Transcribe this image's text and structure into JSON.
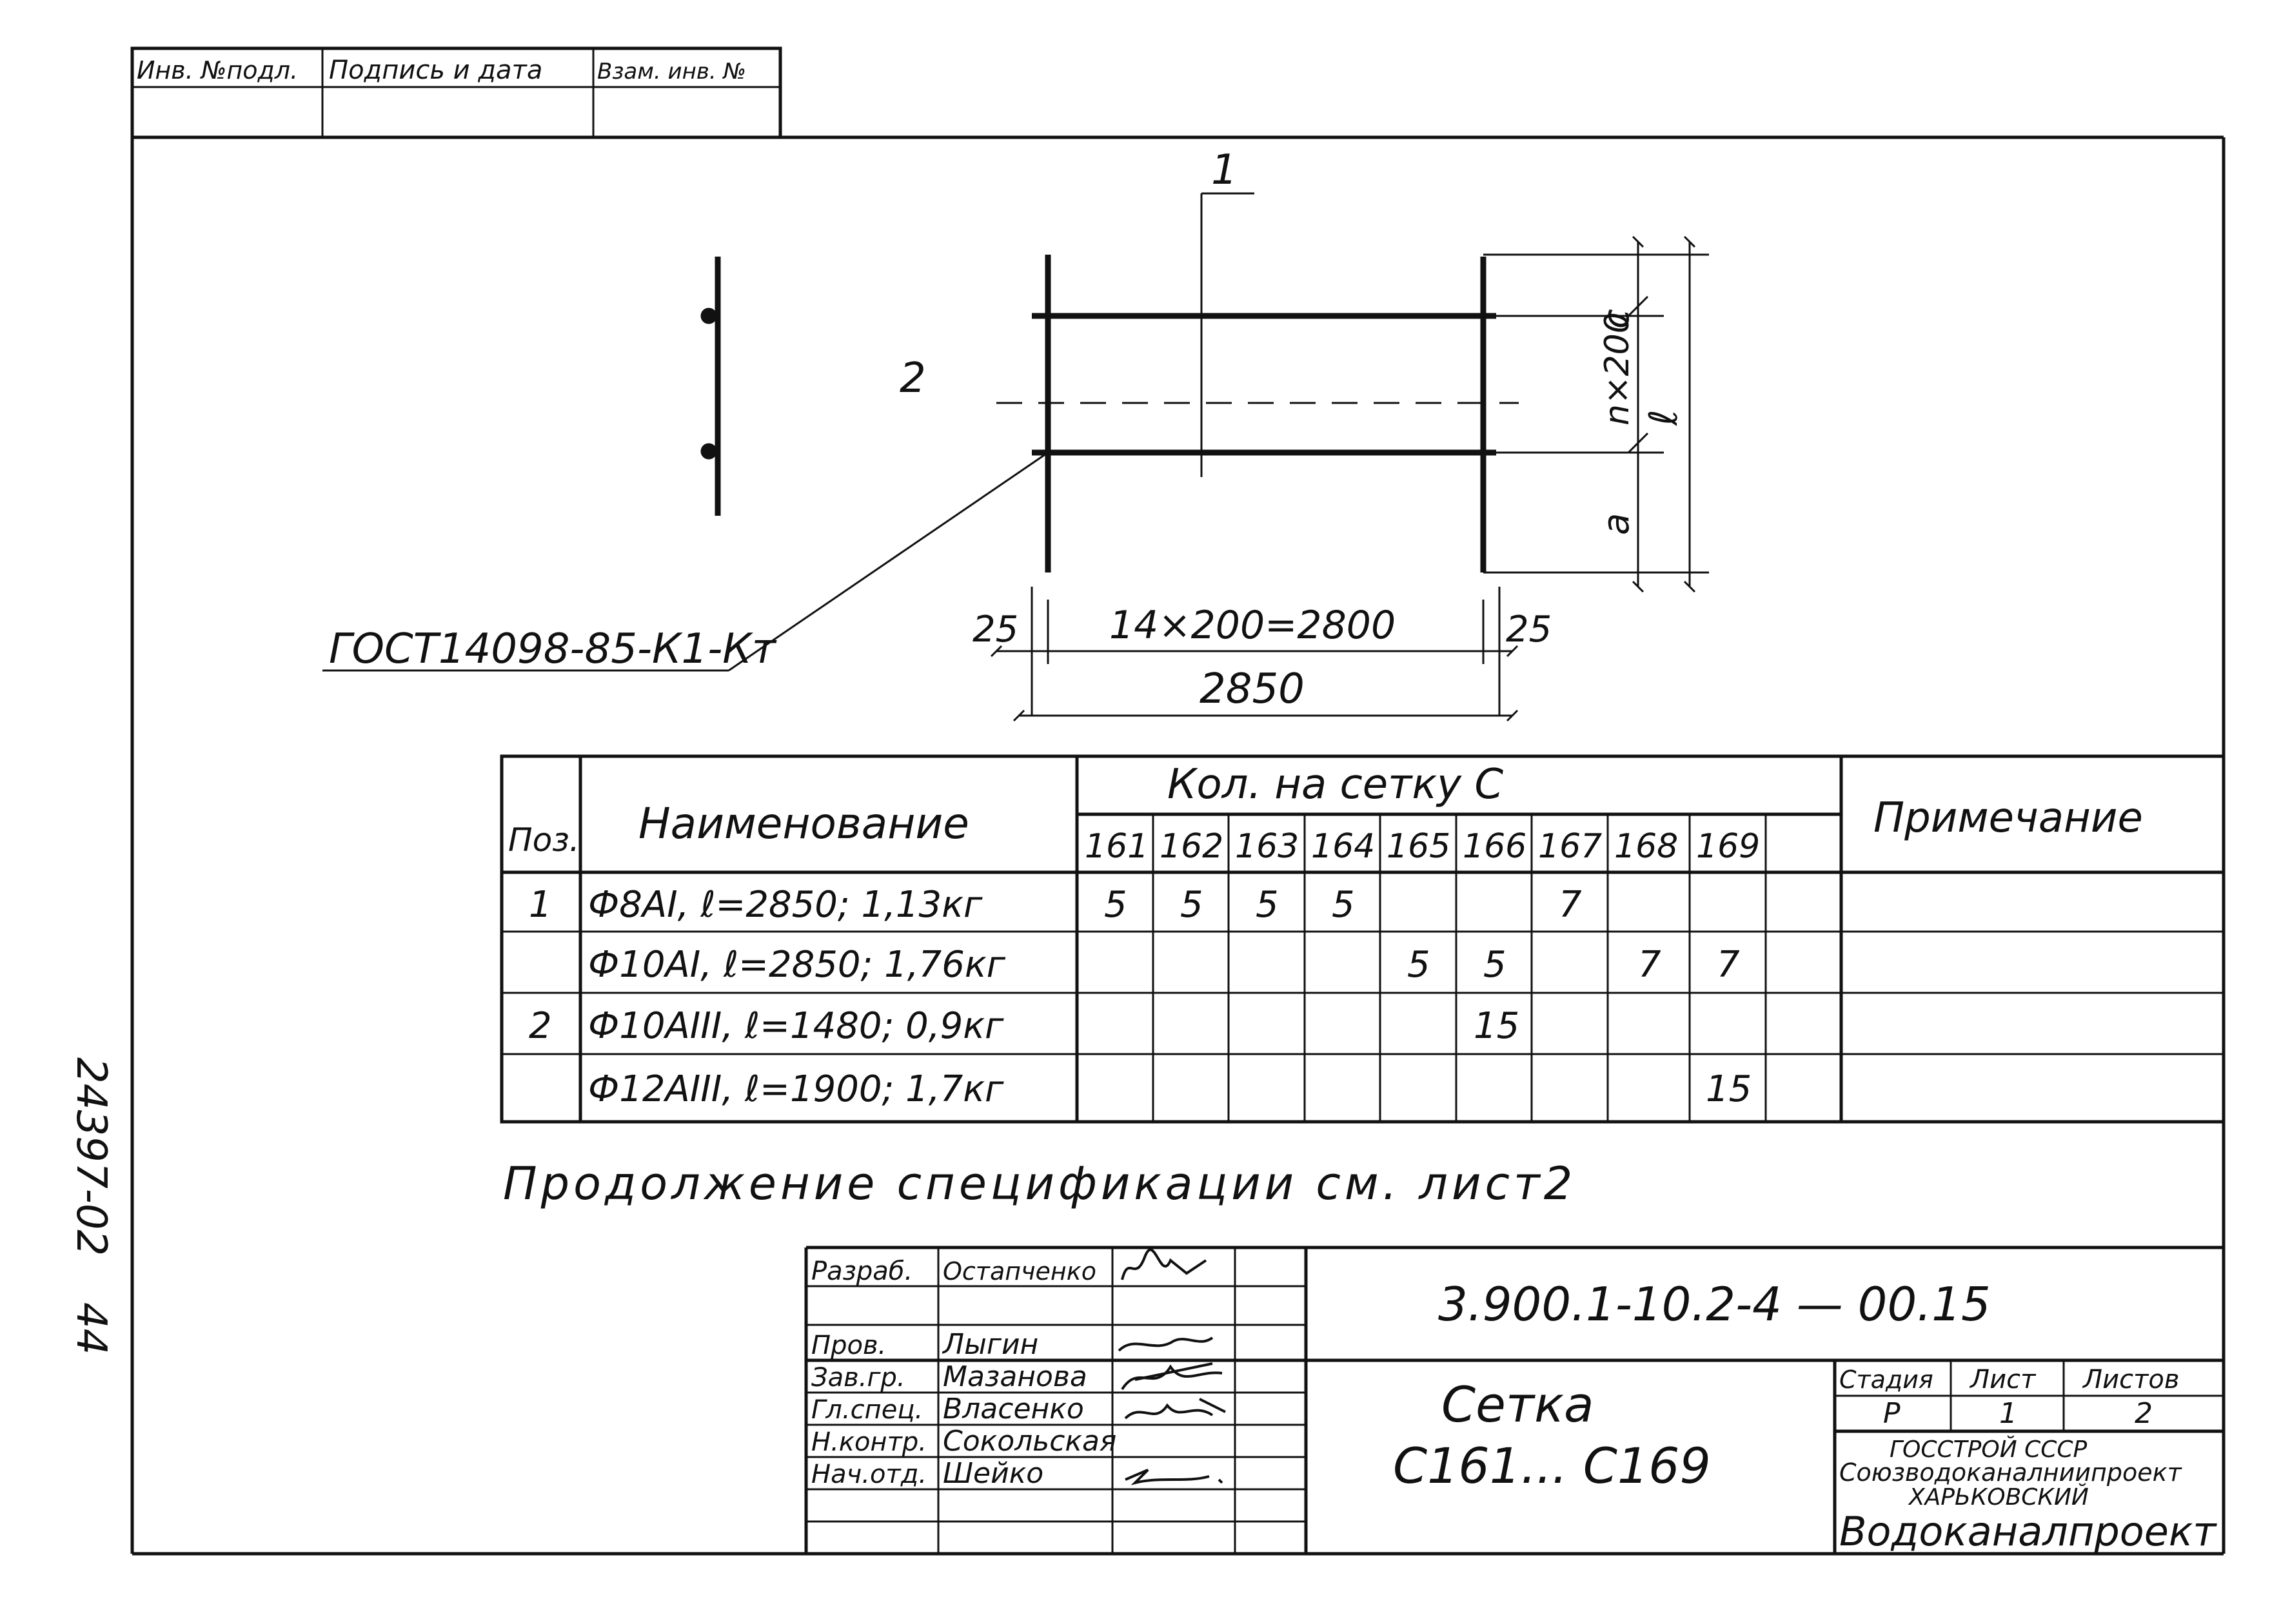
{
  "top_stamp": {
    "inv_podl": "Инв. №подл.",
    "podpis_data": "Подпись и дата",
    "vzam_inv": "Взам. инв. №"
  },
  "side_label": {
    "archive_no": "24397-02",
    "sheet": "44"
  },
  "drawing": {
    "marker_1": "1",
    "marker_2": "2",
    "weld_note": "ГОСТ14098-85-К1-Кт",
    "dim_left": "25",
    "dim_right": "25",
    "dim_span": "14×200=2800",
    "dim_total": "2850",
    "dim_c": "c",
    "dim_n200": "n×200",
    "dim_l": "ℓ",
    "dim_a": "a"
  },
  "spec_table": {
    "col_pos": "Поз.",
    "col_name": "Наименование",
    "col_qty_group": "Кол. на сетку С",
    "col_note": "Примечание",
    "mesh_columns": [
      "161",
      "162",
      "163",
      "164",
      "165",
      "166",
      "167",
      "168",
      "169",
      ""
    ],
    "rows": [
      {
        "pos": "1",
        "name": "Ф8АI, ℓ=2850; 1,13кг",
        "qty": [
          "5",
          "5",
          "5",
          "5",
          "",
          "",
          "7",
          "",
          "",
          ""
        ]
      },
      {
        "pos": "",
        "name": "Ф10АI, ℓ=2850; 1,76кг",
        "qty": [
          "",
          "",
          "",
          "",
          "5",
          "5",
          "",
          "7",
          "7",
          ""
        ]
      },
      {
        "pos": "2",
        "name": "Ф10АIII, ℓ=1480; 0,9кг",
        "qty": [
          "",
          "",
          "",
          "",
          "",
          "15",
          "",
          "",
          "",
          ""
        ]
      },
      {
        "pos": "",
        "name": "Ф12АIII, ℓ=1900; 1,7кг",
        "qty": [
          "",
          "",
          "",
          "",
          "",
          "",
          "",
          "",
          "15",
          ""
        ]
      }
    ]
  },
  "continuation_note": "Продолжение спецификации см. лист2",
  "title_block": {
    "roles": [
      {
        "role": "Разраб.",
        "name": "Остапченко"
      },
      {
        "role": "",
        "name": ""
      },
      {
        "role": "Пров.",
        "name": "Лыгин"
      },
      {
        "role": "Зав.гр.",
        "name": "Мазанова"
      },
      {
        "role": "Гл.спец.",
        "name": "Власенко"
      },
      {
        "role": "Н.контр.",
        "name": "Сокольская"
      },
      {
        "role": "Нач.отд.",
        "name": "Шейко"
      }
    ],
    "document_code": "3.900.1-10.2-4 — 00.15",
    "title_line1": "Сетка",
    "title_line2": "С161... С169",
    "stage_label": "Стадия",
    "sheet_label": "Лист",
    "sheets_label": "Листов",
    "stage_value": "Р",
    "sheet_value": "1",
    "sheets_value": "2",
    "org_line1": "ГОССТРОЙ СССР",
    "org_line2": "Союзводоканалниипроект",
    "org_line3": "ХАРЬКОВСКИЙ",
    "org_line4": "Водоканалпроект"
  }
}
